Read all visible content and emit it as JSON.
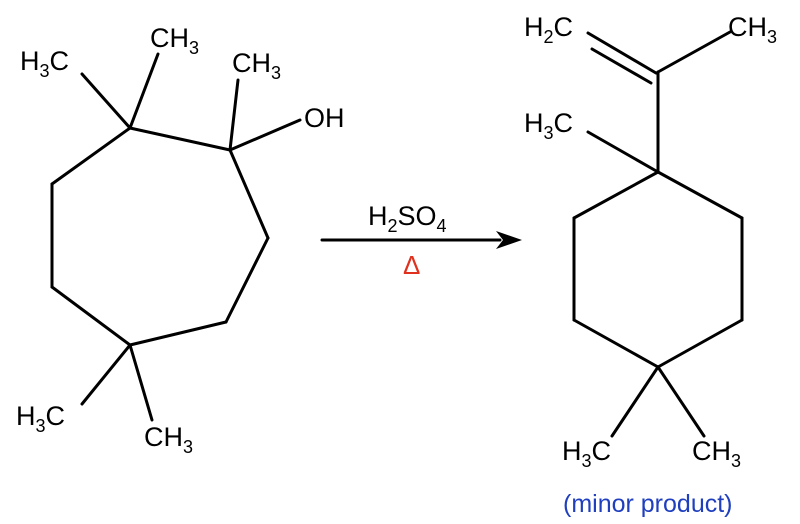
{
  "reactant": {
    "labels": {
      "h3c_top": {
        "main": "H",
        "sub": "3",
        "tail": "C"
      },
      "ch3_top": {
        "main": "CH",
        "sub": "3"
      },
      "ch3_c1": {
        "main": "CH",
        "sub": "3"
      },
      "oh": {
        "main": "OH"
      },
      "h3c_bottom": {
        "main": "H",
        "sub": "3",
        "tail": "C"
      },
      "ch3_bottom": {
        "main": "CH",
        "sub": "3"
      }
    }
  },
  "reaction": {
    "reagent": {
      "a": "H",
      "a_sub": "2",
      "b": "SO",
      "b_sub": "4"
    },
    "condition": "Δ",
    "condition_color": "#e0301e"
  },
  "product": {
    "labels": {
      "h2c": {
        "main": "H",
        "sub": "2",
        "tail": "C"
      },
      "ch3_vinyl": {
        "main": "CH",
        "sub": "3"
      },
      "h3c_quat": {
        "main": "H",
        "sub": "3",
        "tail": "C"
      },
      "h3c_bottom": {
        "main": "H",
        "sub": "3",
        "tail": "C"
      },
      "ch3_bottom": {
        "main": "CH",
        "sub": "3"
      }
    },
    "note": "(minor product)",
    "note_color": "#1f3fbf"
  }
}
